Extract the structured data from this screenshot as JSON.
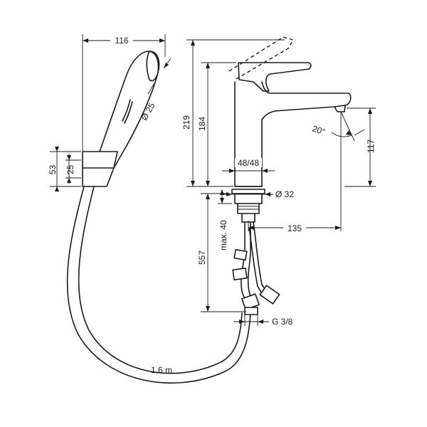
{
  "drawing": {
    "dimensions": {
      "handshower_width": "116",
      "handshower_diameter": "Ø 25",
      "holder_height_total": "53",
      "holder_height_inner": "25",
      "mixer_total_height": "219",
      "mixer_spout_height": "184",
      "body_width": "48/48",
      "hole_diameter": "Ø 32",
      "spout_clearance": "117",
      "spout_angle": "20°",
      "spout_reach": "135",
      "max_deck_thickness": "max. 40",
      "supply_length": "557",
      "connection_thread": "G 3/8",
      "hose_length": "1,6 m"
    }
  }
}
